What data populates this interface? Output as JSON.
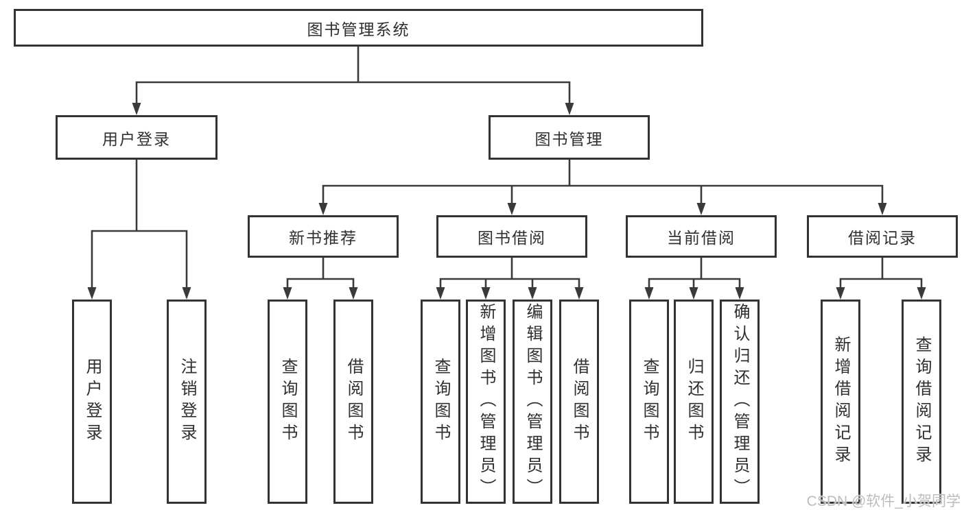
{
  "colors": {
    "line": "#3a3a3a",
    "border": "#333333",
    "text": "#2f2f2f",
    "watermark": "#bcbcbc",
    "background": "#ffffff"
  },
  "tree": {
    "label": "图书管理系统",
    "children": [
      {
        "label": "用户登录",
        "children": [
          {
            "label": "用户登录"
          },
          {
            "label": "注销登录"
          }
        ]
      },
      {
        "label": "图书管理",
        "children": [
          {
            "label": "新书推荐",
            "children": [
              {
                "label": "查询图书"
              },
              {
                "label": "借阅图书"
              }
            ]
          },
          {
            "label": "图书借阅",
            "children": [
              {
                "label": "查询图书"
              },
              {
                "label": "新增图书（管理员）"
              },
              {
                "label": "编辑图书（管理员）"
              },
              {
                "label": "借阅图书"
              }
            ]
          },
          {
            "label": "当前借阅",
            "children": [
              {
                "label": "查询图书"
              },
              {
                "label": "归还图书"
              },
              {
                "label": "确认归还（管理员）"
              }
            ]
          },
          {
            "label": "借阅记录",
            "children": [
              {
                "label": "新增借阅记录"
              },
              {
                "label": "查询借阅记录"
              }
            ]
          }
        ]
      }
    ]
  },
  "watermark": {
    "text": "CSDN @软件_小贺同学"
  }
}
